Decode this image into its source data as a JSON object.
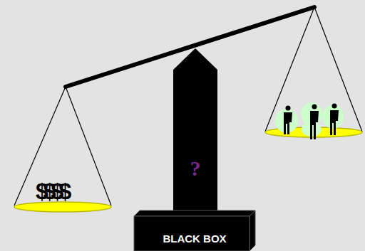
{
  "diagram": {
    "nodes": [
      {
        "text": [
          "?"
        ]
      },
      {
        "text": [
          "BLACK BOX"
        ]
      }
    ],
    "labels": [
      "$$$$"
    ]
  }
}
